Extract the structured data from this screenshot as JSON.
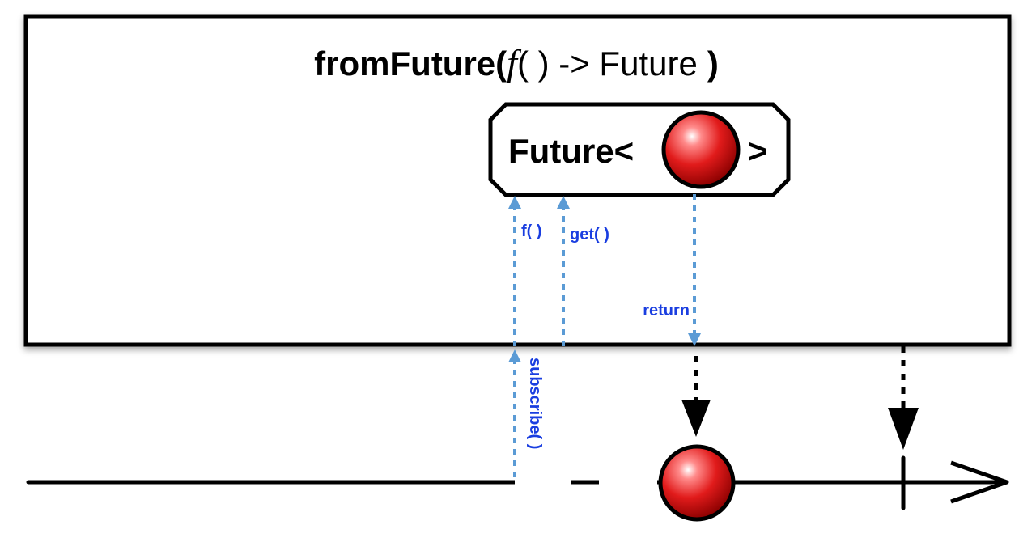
{
  "title": {
    "prefix": "fromFuture(",
    "func_symbol": "f",
    "params": "( ) -> Future",
    "suffix": ")"
  },
  "future_box": {
    "label_open": "Future<",
    "label_close": ">"
  },
  "calls": {
    "f_call": "f( )",
    "get_call": "get( )",
    "return_call": "return",
    "subscribe_call": "subscribe( )"
  },
  "colors": {
    "call_arrow": "#5b9bd5",
    "call_label": "#1a3ee0",
    "emission_fill": "#e11b1b",
    "stroke": "#000000"
  },
  "icons": {
    "emission_marble": "red-sphere-icon",
    "completion_marker": "vertical-bar-icon"
  }
}
